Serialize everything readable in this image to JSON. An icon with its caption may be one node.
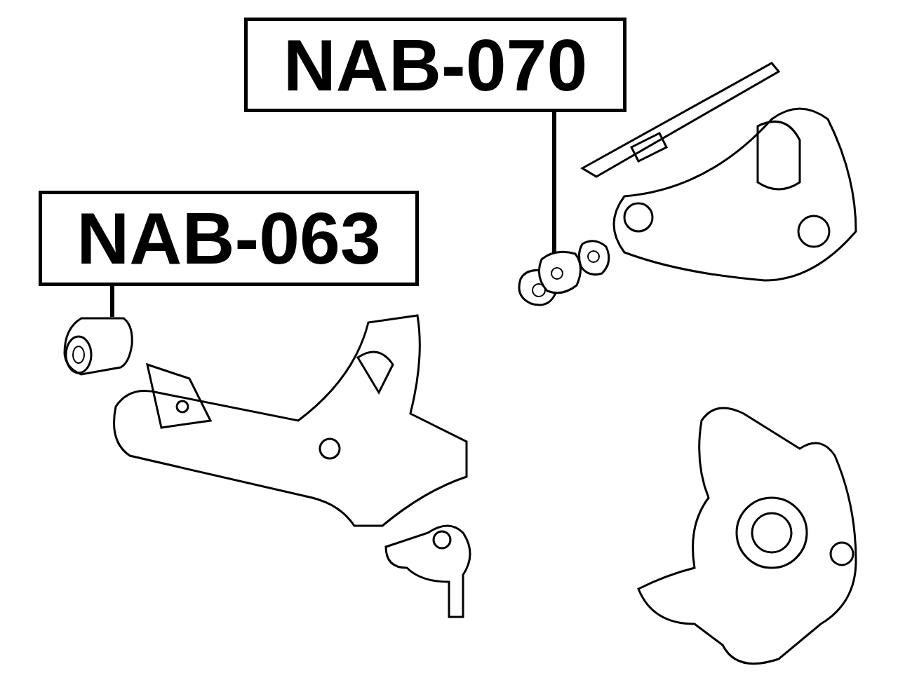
{
  "diagram": {
    "nodes": [
      {
        "text": [
          "NAB-070"
        ]
      },
      {
        "text": [],
        "shape": "picture"
      },
      {
        "text": [
          "NAB-063"
        ]
      },
      {
        "text": [],
        "shape": "picture"
      }
    ],
    "edges": [
      {
        "from": 0,
        "to": 1,
        "arrow": "none"
      },
      {
        "from": 2,
        "to": 3,
        "arrow": "none"
      }
    ]
  }
}
